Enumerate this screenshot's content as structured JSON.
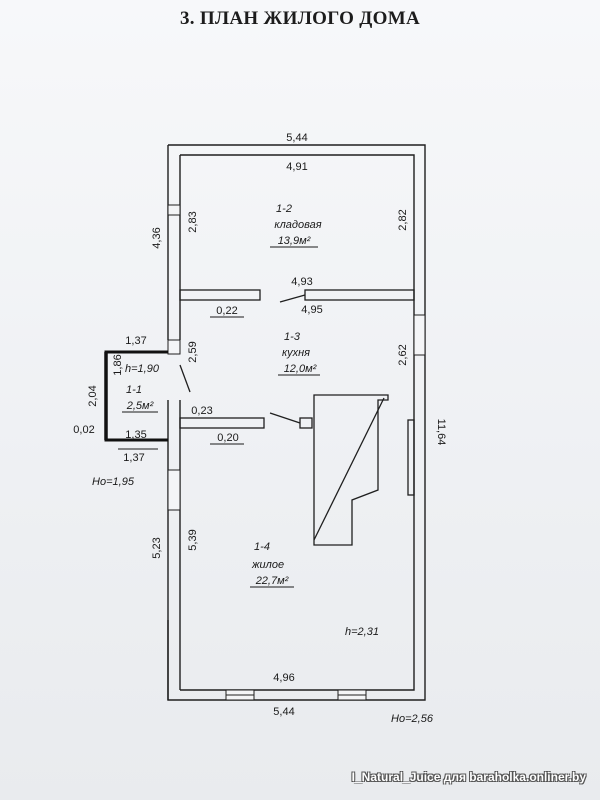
{
  "title": "3. ПЛАН ЖИЛОГО ДОМА",
  "dimensions": {
    "top_outer": "5,44",
    "top_inner": "4,91",
    "storage_left": "2,83",
    "storage_right": "2,82",
    "left_outer_top": "4,36",
    "partition_top": "4,93",
    "partition_bottom": "4,95",
    "partition_thickness": "0,22",
    "kitchen_left": "2,59",
    "kitchen_right": "2,62",
    "right_total": "11,64",
    "vestibule_top": "1,37",
    "vestibule_side": "1,86",
    "vestibule_outer": "2,04",
    "vestibule_wall": "0,02",
    "vestibule_inner": "1,35",
    "vestibule_bottom": "1,37",
    "partition2_a": "0,23",
    "partition2_b": "0,20",
    "living_left_outer": "5,23",
    "living_left_inner": "5,39",
    "bottom_inner": "4,96",
    "bottom_outer": "5,44"
  },
  "rooms": {
    "storage": {
      "number": "1-2",
      "name": "кладовая",
      "area": "13,9м²"
    },
    "kitchen": {
      "number": "1-3",
      "name": "кухня",
      "area": "12,0м²"
    },
    "vestibule": {
      "number": "1-1",
      "area": "2,5м²",
      "height": "h=1,90"
    },
    "living": {
      "number": "1-4",
      "name": "жилое",
      "area": "22,7м²"
    }
  },
  "heights": {
    "ground_left": "Но=1,95",
    "living_height": "h=2,31",
    "ground_right": "Но=2,56"
  },
  "watermark": "I_Natural_Juice для baraholka.onliner.by",
  "colors": {
    "wall": "#1f1f1f",
    "paper": "#f4f5f7"
  }
}
